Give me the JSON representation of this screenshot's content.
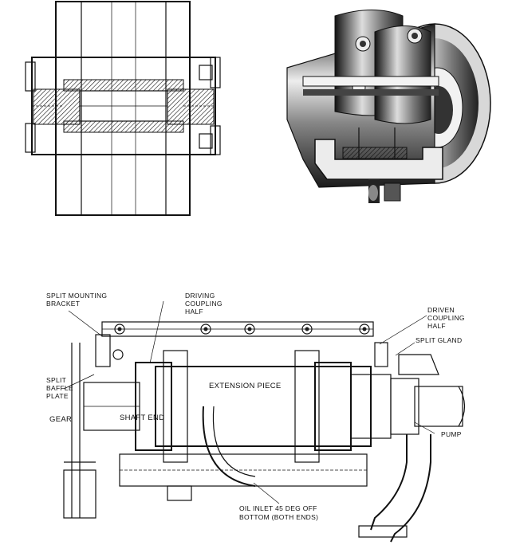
{
  "labels": {
    "split_mounting_bracket": [
      "SPLIT MOUNTING",
      "BRACKET"
    ],
    "driving_coupling_half": [
      "DRIVING",
      "COUPLING",
      "HALF"
    ],
    "driven_coupling_half": [
      "DRIVEN",
      "COUPLING",
      "HALF"
    ],
    "split_gland": "SPLIT GLAND",
    "split_baffle_plate": [
      "SPLIT",
      "BAFFLE",
      "PLATE"
    ],
    "extension_piece": "EXTENSION PIECE",
    "gear": "GEAR",
    "shaft_end": "SHAFT END",
    "pump": "PUMP",
    "oil_inlet": [
      "OIL INLET 45 DEG OFF",
      "BOTTOM (BOTH ENDS)"
    ]
  }
}
